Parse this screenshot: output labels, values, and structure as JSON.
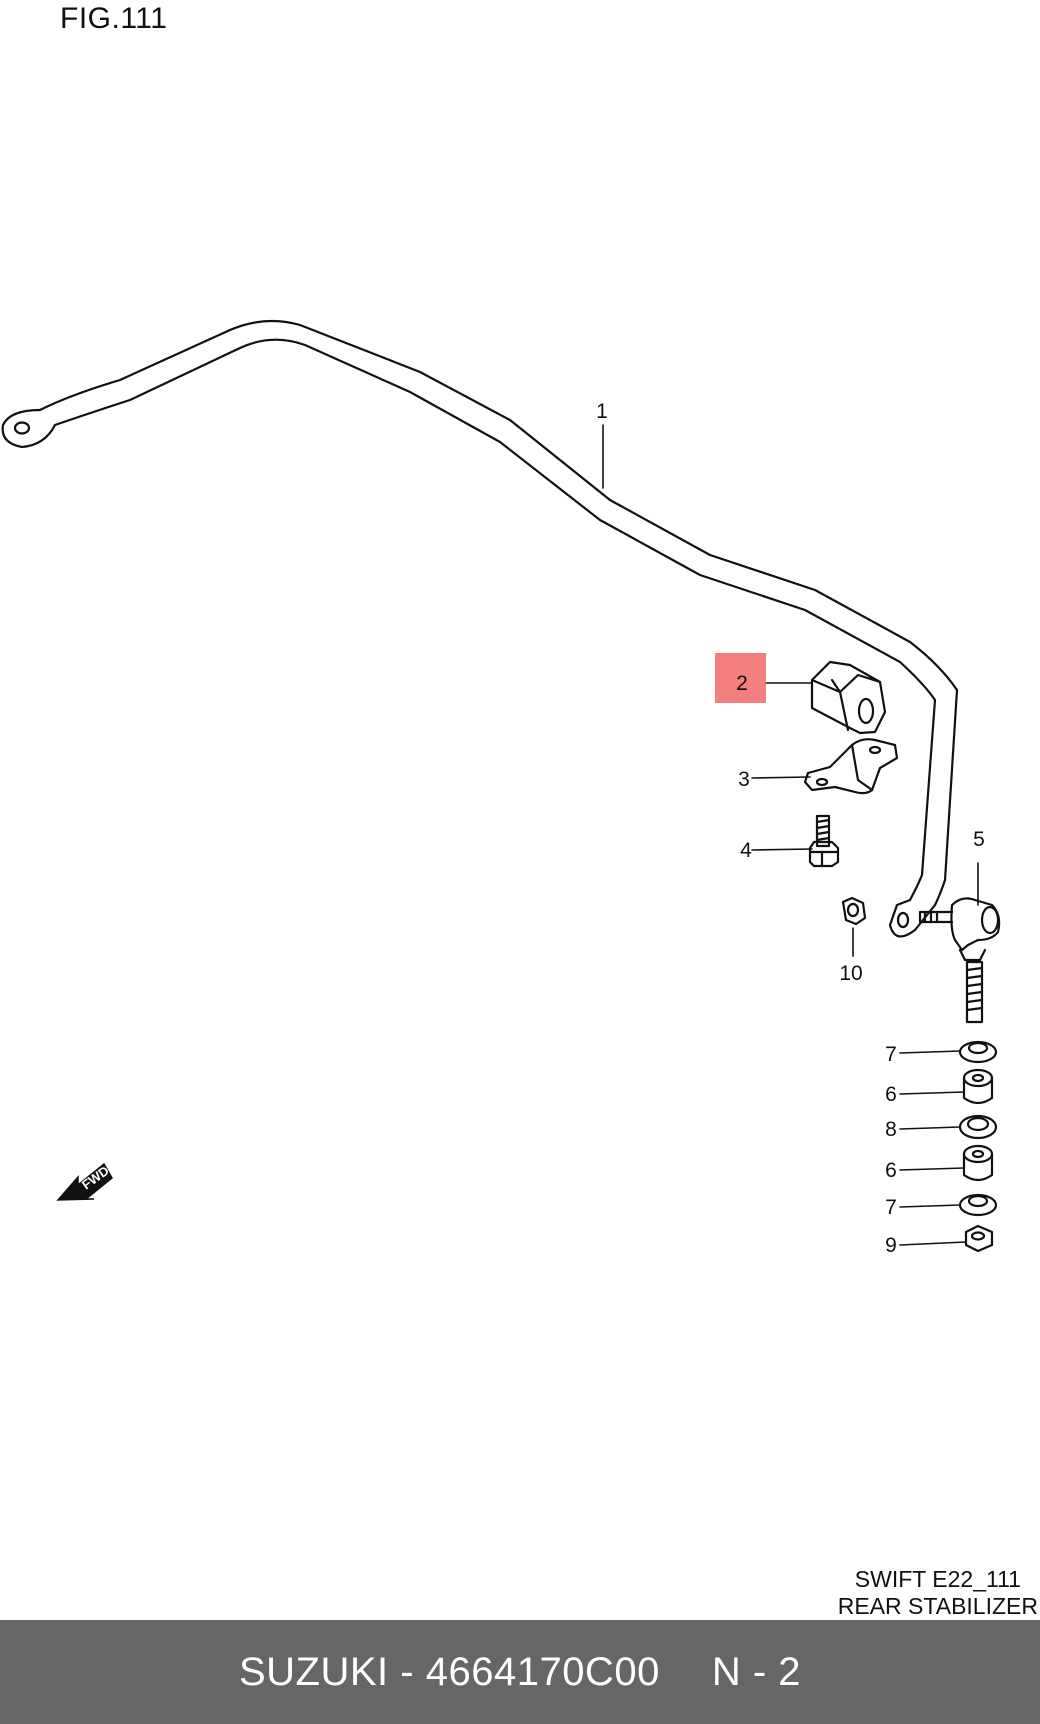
{
  "figure": {
    "title": "FIG.111"
  },
  "diagram": {
    "fwd_label": "FWD",
    "highlight_color": "#f47f7f",
    "callouts": [
      {
        "id": "c1",
        "label": "1"
      },
      {
        "id": "c2",
        "label": "2",
        "highlighted": true
      },
      {
        "id": "c3",
        "label": "3"
      },
      {
        "id": "c4",
        "label": "4"
      },
      {
        "id": "c5",
        "label": "5"
      },
      {
        "id": "c10",
        "label": "10"
      },
      {
        "id": "c7a",
        "label": "7"
      },
      {
        "id": "c6a",
        "label": "6"
      },
      {
        "id": "c8",
        "label": "8"
      },
      {
        "id": "c6b",
        "label": "6"
      },
      {
        "id": "c7b",
        "label": "7"
      },
      {
        "id": "c9",
        "label": "9"
      }
    ]
  },
  "caption": {
    "line1": "SWIFT E22_111",
    "line2": "REAR STABILIZER"
  },
  "footer": {
    "part_text": "SUZUKI - 4664170C00",
    "position_text": "N - 2",
    "background": "#666666"
  }
}
